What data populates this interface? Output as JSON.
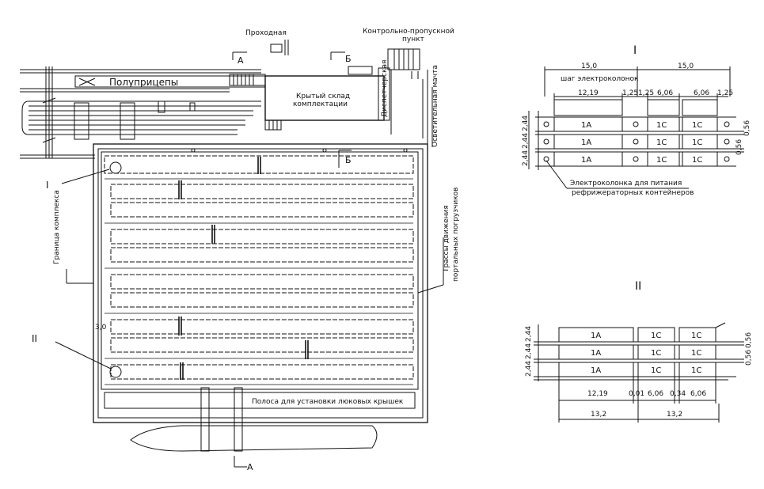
{
  "plan": {
    "label_checkpoint": "Проходная",
    "label_control_point_line1": "Контрольно-пропускной",
    "label_control_point_line2": "пункт",
    "label_semitrailers": "Полуприцепы",
    "label_warehouse_line1": "Крытый склад",
    "label_warehouse_line2": "комплектации",
    "label_dispatch": "Диспетчерская",
    "label_light_mast": "Осветительная мачта",
    "label_boundary": "Граница комплекса",
    "label_routes_line1": "Трассы движения",
    "label_routes_line2": "портальных погрузчиков",
    "label_hatch_strip": "Полоса для установки люковых крышек",
    "section_a": "А",
    "section_b": "Б",
    "callout_1": "I",
    "callout_2": "II",
    "dim_3": "3,0"
  },
  "detail1": {
    "title": "I",
    "dim_15_left": "15,0",
    "dim_15_right": "15,0",
    "step_label": "шаг электроколонок",
    "dim_1219": "12,19",
    "dim_125a": "1,25",
    "dim_125b": "1,25",
    "dim_606a": "6,06",
    "dim_606b": "6,06",
    "dim_125c": "1,25",
    "dim_244a": "2,44",
    "dim_244b": "2,44",
    "dim_244c": "2,44",
    "dim_056a": "0,56",
    "dim_056b": "0,56",
    "cell_1a": "1А",
    "cell_1c": "1С",
    "caption_line1": "Электроколонка для питания",
    "caption_line2": "рефрижераторных контейнеров"
  },
  "detail2": {
    "title": "II",
    "dim_244a": "2,44",
    "dim_244b": "2,44",
    "dim_244c": "2,44",
    "dim_056a": "0,56",
    "dim_056b": "0,56",
    "cell_1a": "1А",
    "cell_1c": "1С",
    "dim_1219": "12,19",
    "dim_001": "0,01",
    "dim_606a": "6,06",
    "dim_034": "0,34",
    "dim_606b": "6,06",
    "dim_132a": "13,2",
    "dim_132b": "13,2"
  }
}
